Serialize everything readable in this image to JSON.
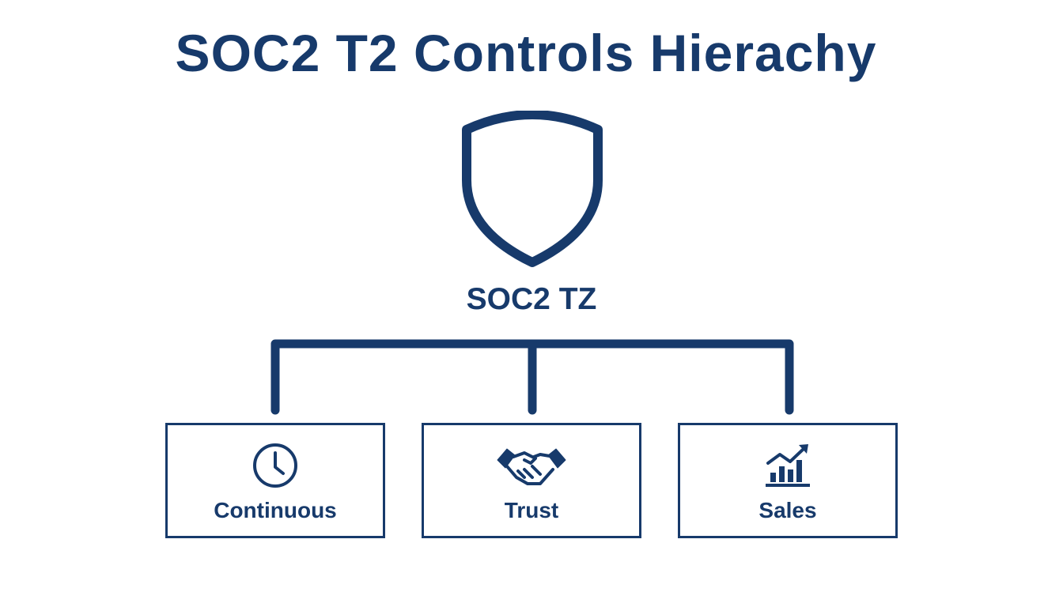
{
  "title": "SOC2 T2 Controls Hierachy",
  "root": {
    "label": "SOC2 TZ",
    "icon": "shield-icon"
  },
  "children": [
    {
      "label": "Continuous",
      "icon": "clock-icon"
    },
    {
      "label": "Trust",
      "icon": "handshake-icon"
    },
    {
      "label": "Sales",
      "icon": "growth-chart-icon"
    }
  ],
  "colors": {
    "primary": "#173a6b",
    "background": "#ffffff"
  }
}
